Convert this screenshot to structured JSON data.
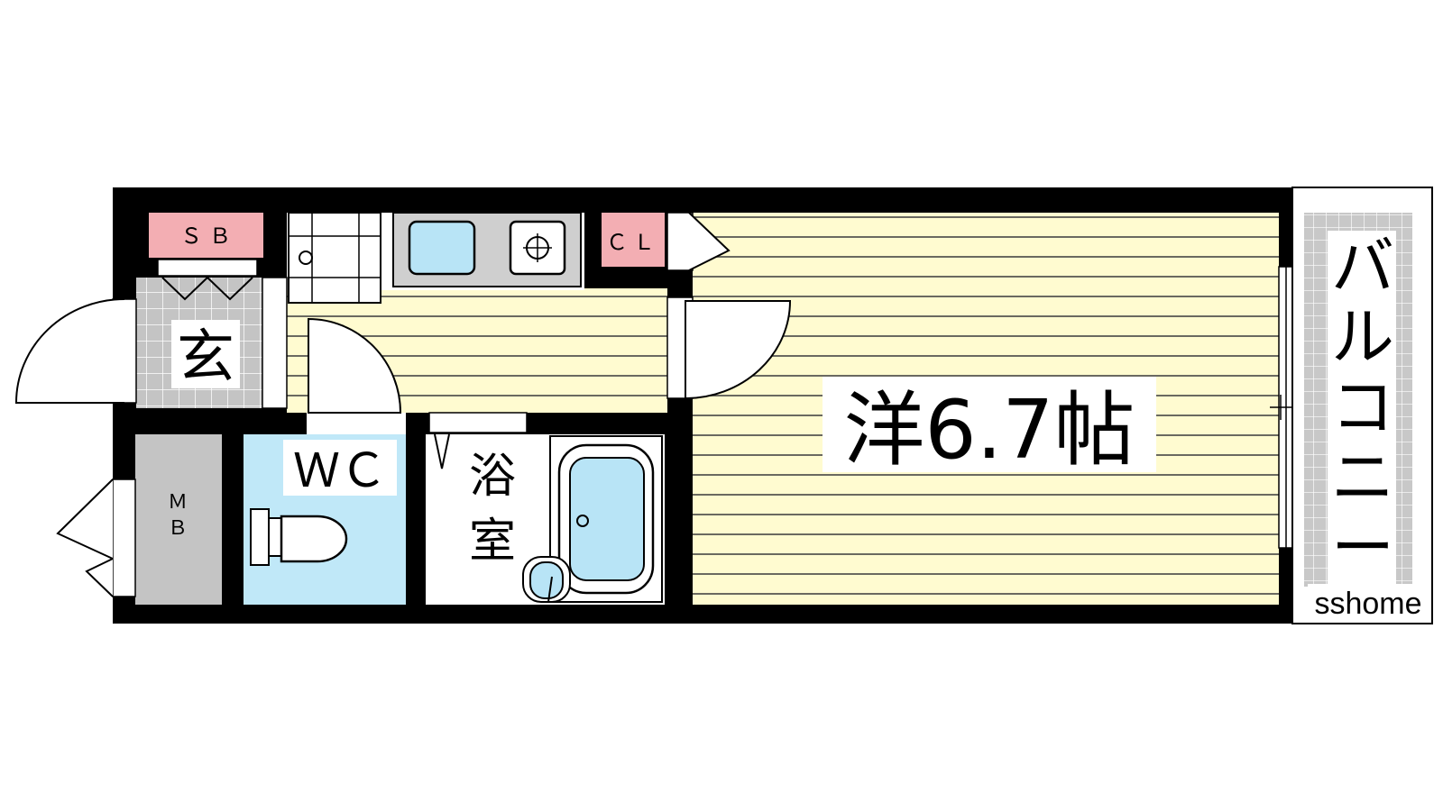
{
  "rooms": {
    "western": "洋6.7帖",
    "entrance": "玄",
    "wc": "ＷＣ",
    "bath_1": "浴",
    "bath_2": "室",
    "mb_1": "Ｍ",
    "mb_2": "Ｂ",
    "shoe_box": "ＳＢ",
    "closet": "ＣＬ",
    "balcony": [
      "バ",
      "ル",
      "コ",
      "ニ",
      "ー"
    ]
  },
  "watermark": "sshome",
  "colors": {
    "wall": "#000000",
    "flooring": "#fffbd0",
    "floor_line": "#444444",
    "wc_tile": "#c0e8f8",
    "sink": "#b8e4f6",
    "label_pink": "#f3aeb3",
    "mb_gray": "#c4c4c4",
    "counter_gray": "#cfcfcf",
    "tile_gray": "#bdbdbd",
    "balcony_gray": "#c8c8c8"
  }
}
